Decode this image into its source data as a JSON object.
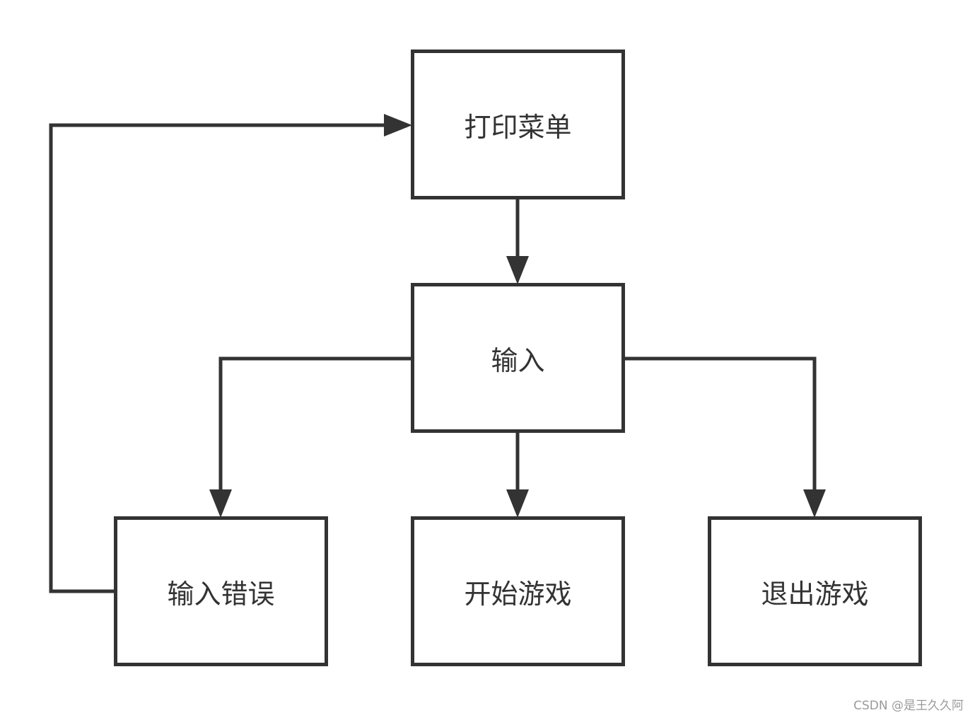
{
  "nodes": {
    "print_menu": "打印菜单",
    "input": "输入",
    "input_error": "输入错误",
    "start_game": "开始游戏",
    "quit_game": "退出游戏"
  },
  "edges": [
    {
      "from": "print_menu",
      "to": "input"
    },
    {
      "from": "input",
      "to": "input_error"
    },
    {
      "from": "input",
      "to": "start_game"
    },
    {
      "from": "input",
      "to": "quit_game"
    },
    {
      "from": "input_error",
      "to": "print_menu"
    }
  ],
  "colors": {
    "stroke": "#333333",
    "text": "#333333",
    "background": "#ffffff",
    "watermark": "#9a9a9a"
  },
  "watermark": "CSDN @是王久久阿"
}
